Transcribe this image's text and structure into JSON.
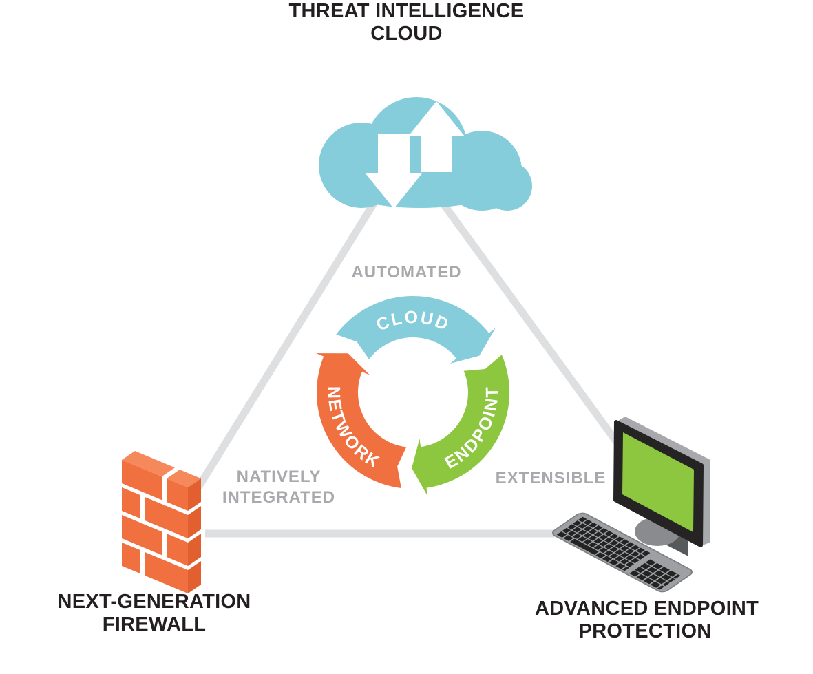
{
  "title": {
    "line1": "THREAT INTELLIGENCE",
    "line2": "CLOUD"
  },
  "nodes": {
    "cloud": {
      "icon": "cloud-sync-icon"
    },
    "firewall": {
      "icon": "firewall-brick-icon",
      "line1": "NEXT-GENERATION",
      "line2": "FIREWALL"
    },
    "endpoint": {
      "icon": "desktop-computer-icon",
      "line1": "ADVANCED ENDPOINT",
      "line2": "PROTECTION"
    }
  },
  "edge_labels": {
    "top": "AUTOMATED",
    "left": {
      "line1": "NATIVELY",
      "line2": "INTEGRATED"
    },
    "right": "EXTENSIBLE"
  },
  "cycle": {
    "direction": "clockwise",
    "segments": [
      {
        "id": "cloud",
        "label": "CLOUD",
        "color": "#85CDDA"
      },
      {
        "id": "endpoint",
        "label": "ENDPOINT",
        "color": "#8DC63F"
      },
      {
        "id": "network",
        "label": "NETWORK",
        "color": "#F0703F"
      }
    ]
  },
  "colors": {
    "heading_text": "#231F20",
    "muted_text": "#A7A9AC",
    "triangle_line": "#DEDFE1",
    "cloud_blue": "#85CDDA",
    "brick_orange": "#F0703F",
    "brick_top": "#F6895B",
    "brick_side": "#E2602F",
    "screen_green": "#8DC63F",
    "bezel_dark": "#262324",
    "keyboard_gray": "#9EA0A3"
  }
}
